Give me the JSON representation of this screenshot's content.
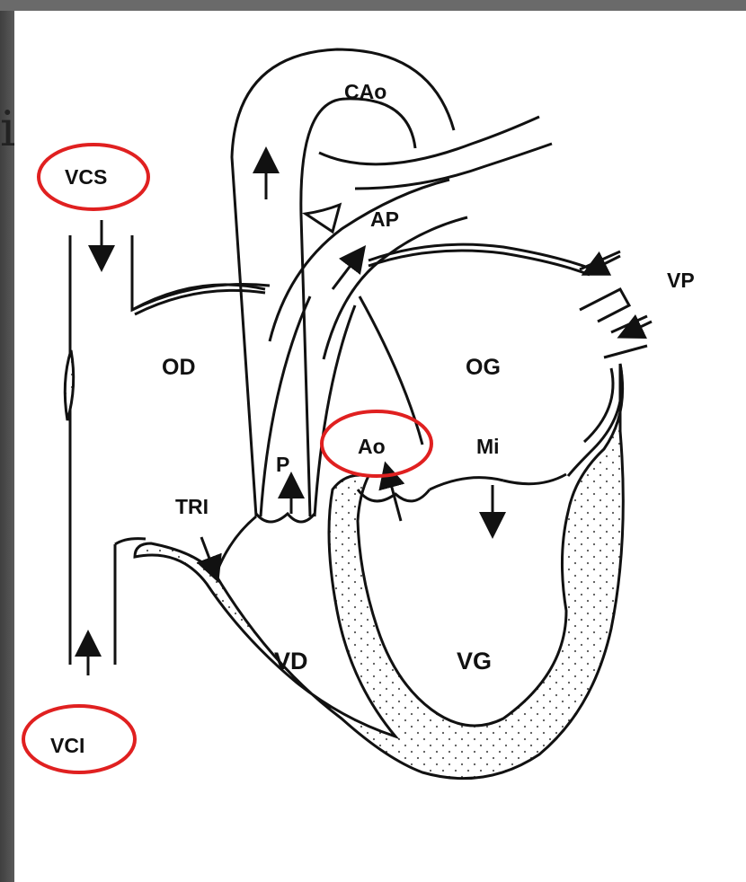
{
  "slide": {
    "partial_title_glyph": "i"
  },
  "diagram": {
    "labels": {
      "vcs": "VCS",
      "vci": "VCI",
      "cao": "CAo",
      "ap": "AP",
      "vp": "VP",
      "od": "OD",
      "og": "OG",
      "p": "P",
      "ao": "Ao",
      "mi": "Mi",
      "tri": "TRI",
      "vd": "VD",
      "vg": "VG"
    },
    "highlight_color": "#e02020"
  }
}
